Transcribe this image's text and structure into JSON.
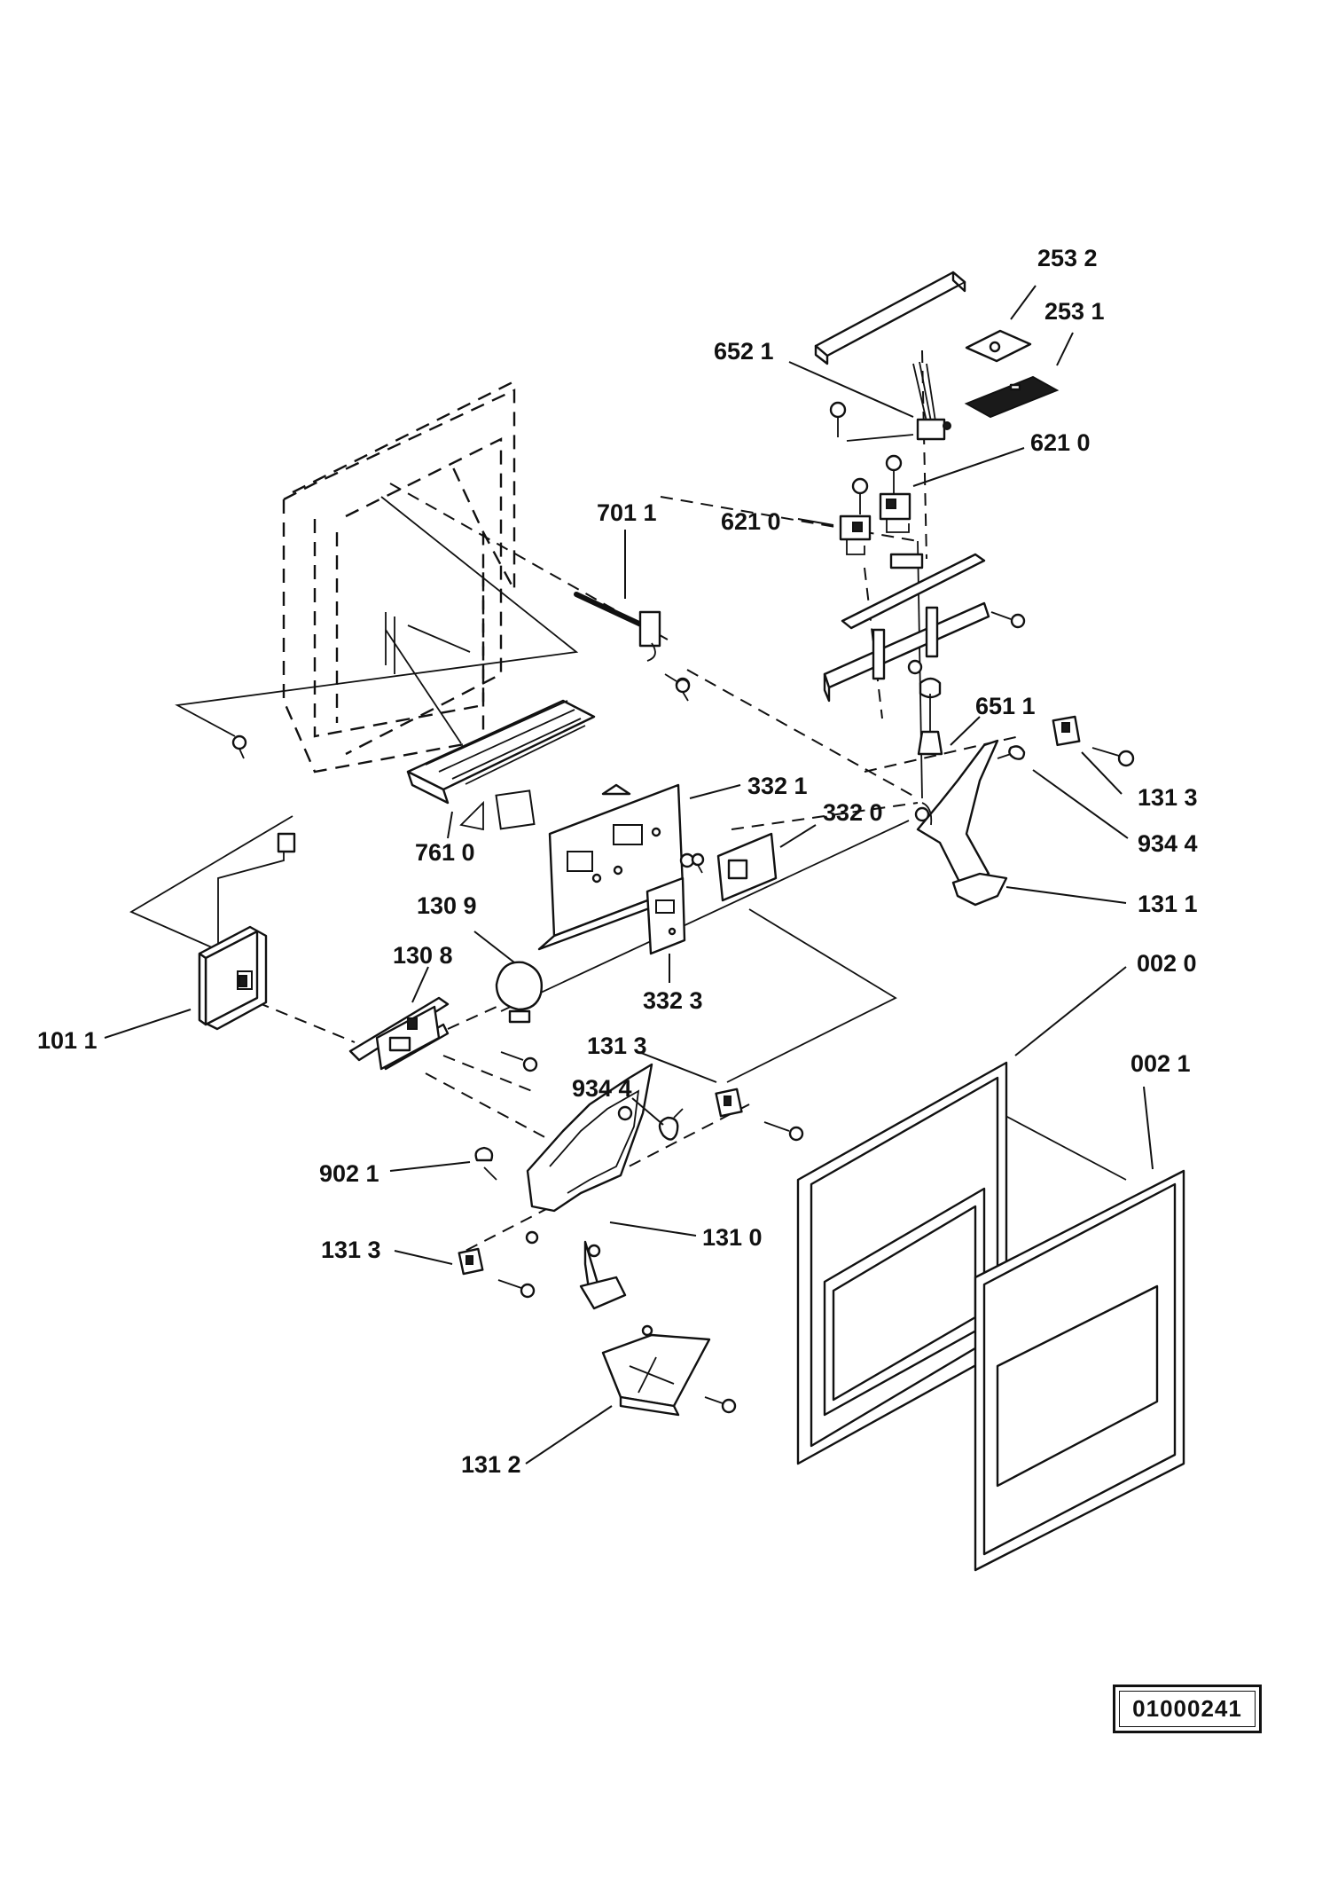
{
  "callouts": {
    "c2532": "253 2",
    "c2531": "253 1",
    "c6521": "652 1",
    "c6210a": "621 0",
    "c6210b": "621 0",
    "c7011": "701 1",
    "c6511": "651 1",
    "c1313a": "131 3",
    "c9344a": "934 4",
    "c3321": "332 1",
    "c3320": "332 0",
    "c1311": "131 1",
    "c7610": "761 0",
    "c1309": "130 9",
    "c1308": "130 8",
    "c3323": "332 3",
    "c0020": "002 0",
    "c0021": "002 1",
    "c1011": "101 1",
    "c1313b": "131 3",
    "c9344b": "934 4",
    "c9021": "902 1",
    "c1310": "131 0",
    "c1313c": "131 3",
    "c1312": "131 2"
  },
  "drawing_number": "01000241"
}
